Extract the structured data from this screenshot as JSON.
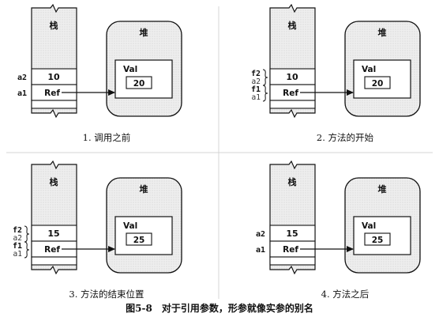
{
  "caption": "图5-8　对于引用参数，形参就像实参的别名",
  "panels": [
    {
      "stack_label": "栈",
      "heap_label": "堆",
      "upper_row_value": "10",
      "lower_row_value": "Ref",
      "heap_field_label": "Val",
      "heap_field_value": "20",
      "upper_row_names": [
        "a2"
      ],
      "lower_row_names": [
        "a1"
      ],
      "title": "1. 调用之前"
    },
    {
      "stack_label": "栈",
      "heap_label": "堆",
      "upper_row_value": "10",
      "lower_row_value": "Ref",
      "heap_field_label": "Val",
      "heap_field_value": "20",
      "upper_row_names": [
        "f2",
        "a2"
      ],
      "lower_row_names": [
        "f1",
        "a1"
      ],
      "title": "2. 方法的开始"
    },
    {
      "stack_label": "栈",
      "heap_label": "堆",
      "upper_row_value": "15",
      "lower_row_value": "Ref",
      "heap_field_label": "Val",
      "heap_field_value": "25",
      "upper_row_names": [
        "f2",
        "a2"
      ],
      "lower_row_names": [
        "f1",
        "a1"
      ],
      "title": "3. 方法的结束位置"
    },
    {
      "stack_label": "栈",
      "heap_label": "堆",
      "upper_row_value": "15",
      "lower_row_value": "Ref",
      "heap_field_label": "Val",
      "heap_field_value": "25",
      "upper_row_names": [
        "a2"
      ],
      "lower_row_names": [
        "a1"
      ],
      "title": "4. 方法之后"
    }
  ]
}
